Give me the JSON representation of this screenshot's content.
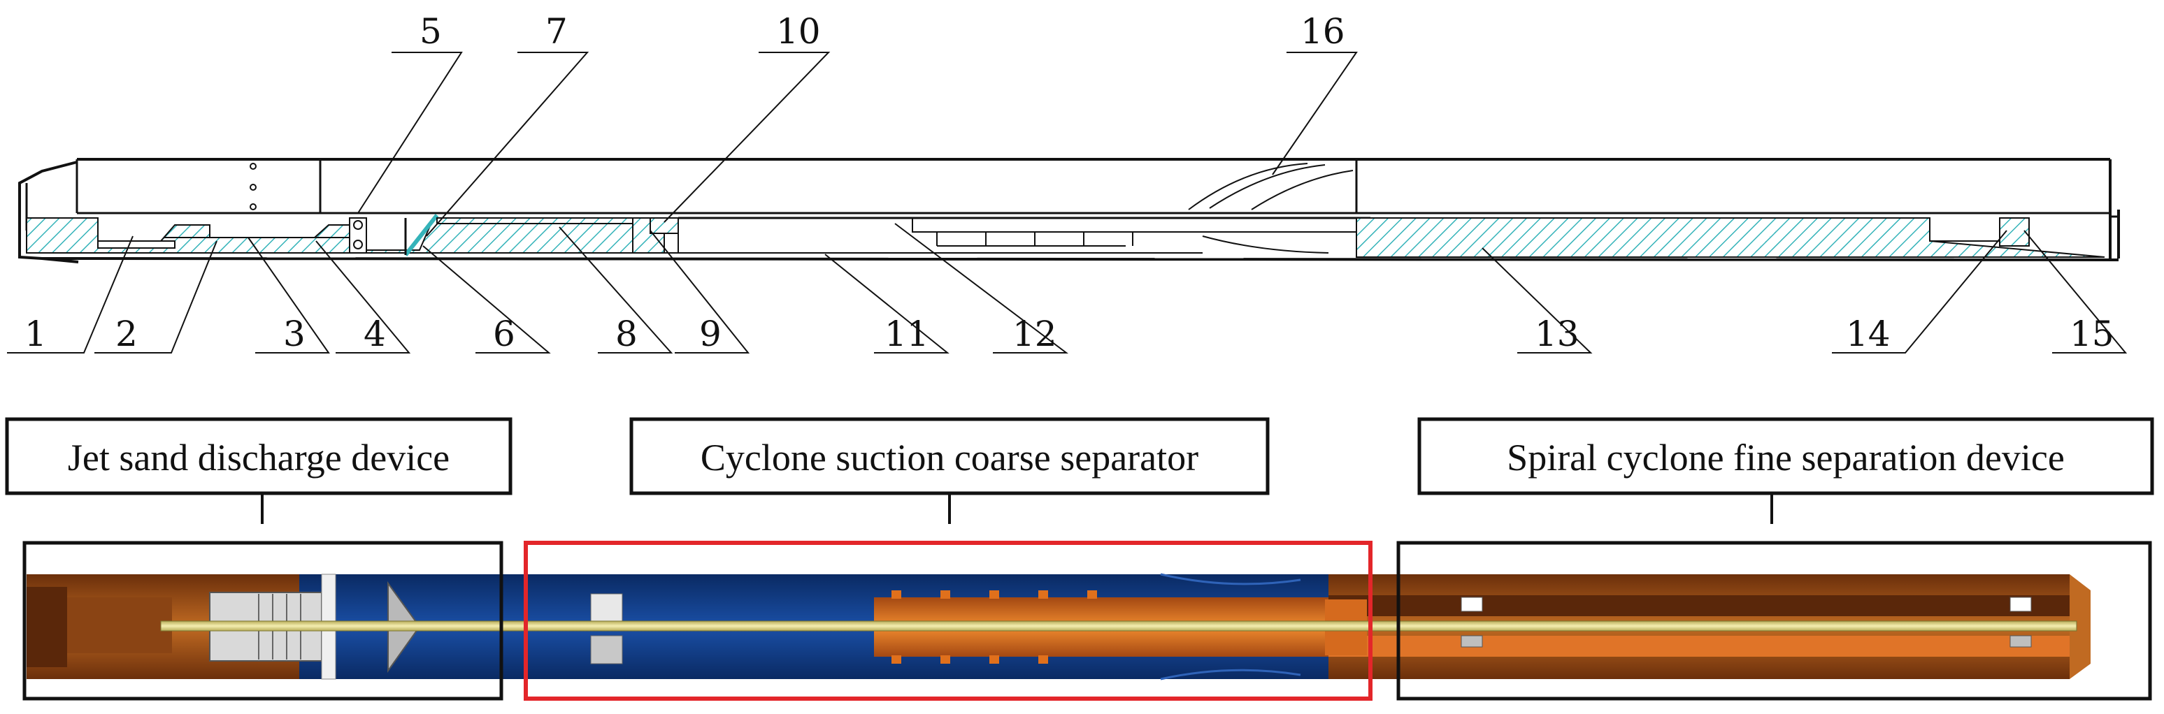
{
  "part_numbers": {
    "n1": "1",
    "n2": "2",
    "n3": "3",
    "n4": "4",
    "n5": "5",
    "n6": "6",
    "n7": "7",
    "n8": "8",
    "n9": "9",
    "n10": "10",
    "n11": "11",
    "n12": "12",
    "n13": "13",
    "n14": "14",
    "n15": "15",
    "n16": "16"
  },
  "sections": {
    "jet": "Jet sand discharge device",
    "cyclone": "Cyclone suction coarse separator",
    "spiral": "Spiral cyclone fine separation device"
  },
  "colors": {
    "hatch": "#34b3b9",
    "brown_dark": "#7a3b10",
    "brown": "#b8621b",
    "orange": "#e0701c",
    "blue_dark": "#0a2a63",
    "blue": "#123f8e",
    "rod": "#e6dc8f",
    "highlight_box": "#e3262a"
  }
}
